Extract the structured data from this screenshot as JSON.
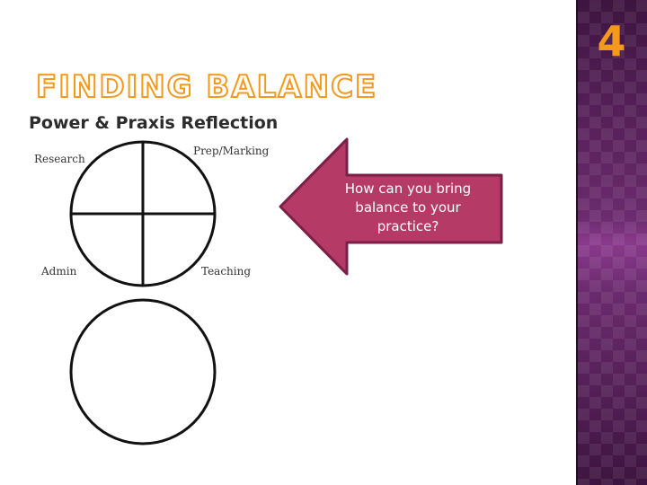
{
  "slide": {
    "number": "4",
    "title": "FINDING BALANCE",
    "figure_heading": "Power & Praxis Reflection",
    "quadrant_labels": {
      "top_left": "Research",
      "top_right": "Prep/Marking",
      "bottom_left": "Admin",
      "bottom_right": "Teaching"
    },
    "callout_text": "How can you bring balance to your practice?"
  },
  "colors": {
    "accent_orange": "#f39a1c",
    "panel_purple": "#6a2a6c",
    "callout_fill": "#b63a66",
    "callout_border": "#7a1f45"
  }
}
